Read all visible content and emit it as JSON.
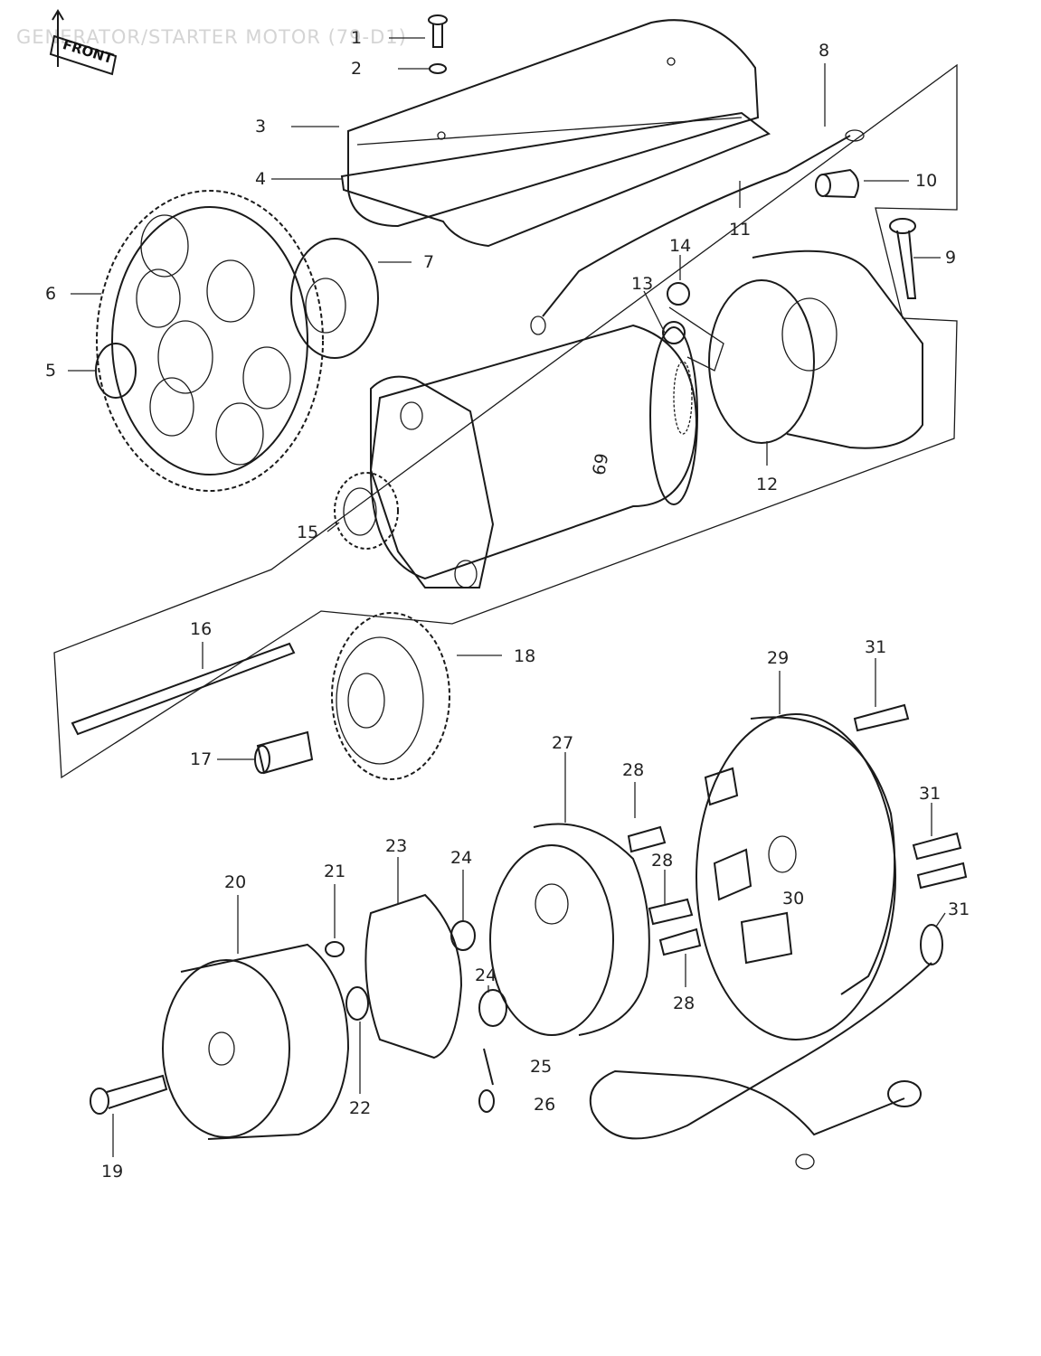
{
  "header": {
    "title": "GENERATOR/STARTER MOTOR (79-D1)",
    "front_badge": "FRONT"
  },
  "callouts": [
    "1",
    "2",
    "3",
    "4",
    "5",
    "6",
    "7",
    "8",
    "9",
    "10",
    "11",
    "12",
    "13",
    "14",
    "15",
    "16",
    "17",
    "18",
    "19",
    "20",
    "21",
    "22",
    "23",
    "24",
    "24",
    "25",
    "26",
    "27",
    "28",
    "28",
    "28",
    "29",
    "30",
    "31",
    "31",
    "31"
  ],
  "colors": {
    "ink": "#1a1a1a",
    "background": "#ffffff",
    "title_ghost": "#d4d4d4"
  }
}
